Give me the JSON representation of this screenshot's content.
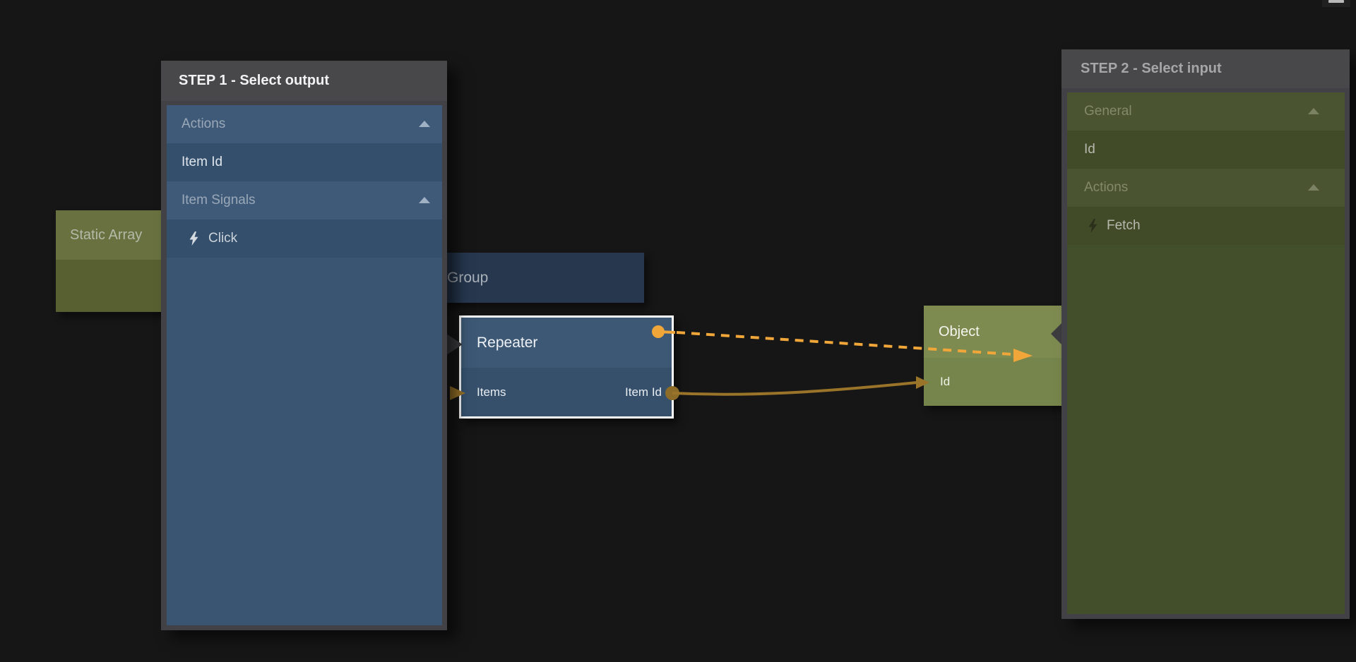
{
  "colors": {
    "canvas_bg": "#161616",
    "accent_orange": "#f0a639",
    "connection_brown": "#9a7429",
    "panel_frame": "#424246",
    "step1_body": "#3a5571",
    "step1_category_row": "#3e5a78",
    "step1_item_row": "#344f6c",
    "step2_body": "#434e2b",
    "step2_category_row": "#4a5430",
    "step2_item_row": "#414b28",
    "repeater_title_bg": "#3d5874",
    "repeater_ports_bg": "#36506c",
    "group_bg": "#26374e",
    "static_array_top": "#68713f",
    "static_array_bottom": "#586031",
    "object_top": "#7d8b51",
    "object_bottom": "#76854c"
  },
  "icons": {
    "collapse": "chevron-up-triangle",
    "signal": "lightning-bolt",
    "connector_pending": "orange-dot",
    "connector_linked": "brown-dot"
  },
  "step1_panel": {
    "title": "STEP 1 - Select output",
    "items": [
      {
        "label": "Actions",
        "type": "category"
      },
      {
        "label": "Item Id",
        "type": "item"
      },
      {
        "label": "Item Signals",
        "type": "category"
      },
      {
        "label": "Click",
        "type": "item",
        "icon": "lightning-bolt"
      }
    ]
  },
  "step2_panel": {
    "title": "STEP 2 - Select input",
    "items": [
      {
        "label": "General",
        "type": "category"
      },
      {
        "label": "Id",
        "type": "item"
      },
      {
        "label": "Actions",
        "type": "category"
      },
      {
        "label": "Fetch",
        "type": "item",
        "icon": "lightning-bolt"
      }
    ]
  },
  "nodes": {
    "static_array": {
      "title": "Static Array"
    },
    "group": {
      "title": "Group"
    },
    "repeater": {
      "title": "Repeater",
      "input_port": "Items",
      "output_port": "Item Id"
    },
    "object": {
      "title": "Object",
      "input_port": "Id"
    }
  },
  "connections": [
    {
      "from": "Repeater output",
      "to": "Object",
      "style": "dashed-arrow",
      "color": "#f0a639"
    },
    {
      "from": "Repeater Item Id",
      "to": "Object Id",
      "style": "solid-arrow",
      "color": "#9a7429"
    },
    {
      "from": "offscreen-left",
      "to": "Repeater Items",
      "style": "arrowhead",
      "color": "#9a7429"
    }
  ]
}
